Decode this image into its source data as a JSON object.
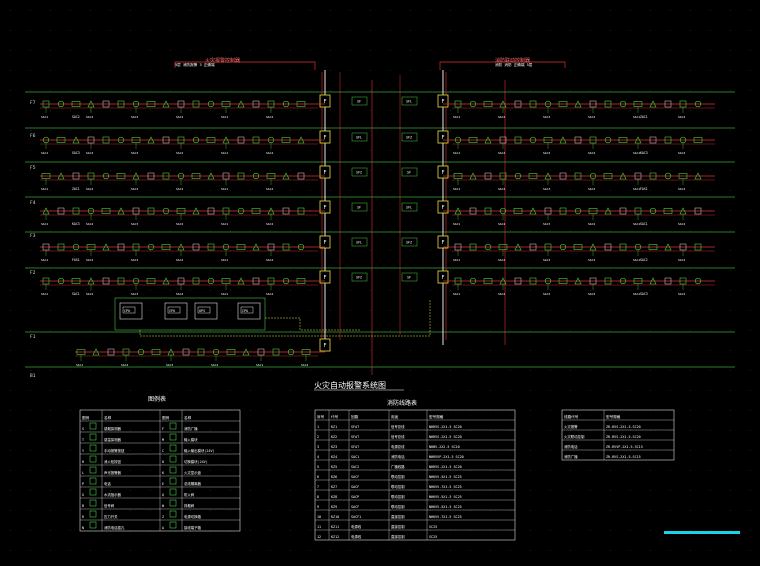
{
  "drawing": {
    "title": "火灾自动报警系统图",
    "floors": [
      {
        "label": "F7"
      },
      {
        "label": "F6"
      },
      {
        "label": "F5"
      },
      {
        "label": "F4"
      },
      {
        "label": "F3"
      },
      {
        "label": "F2"
      },
      {
        "label": "F1"
      },
      {
        "label": "B1"
      }
    ],
    "left_riser_label": "火灾报警控制器",
    "right_riser_label": "消防联动控制器",
    "panel_labels": [
      "CPU",
      "CPU",
      "UPS",
      "CPU"
    ],
    "module_labels": {
      "sf": "SF",
      "sfl": "SFL",
      "sfz": "SFZ"
    },
    "zone_labels": [
      "SAC2",
      "SAC3",
      "ZAC1",
      "KAC3",
      "FAS1",
      "SAC1"
    ]
  },
  "legend": {
    "title": "图例表",
    "headers": [
      "图例",
      "名称",
      "图例",
      "名称"
    ],
    "rows": [
      [
        "S",
        "感烟探测器",
        "F",
        "消防广播"
      ],
      [
        "T",
        "感温探测器",
        "M",
        "输入模块"
      ],
      [
        "Y",
        "手动报警按钮",
        "C",
        "输入输出模块(24V)"
      ],
      [
        "H",
        "消火栓按钮",
        "D",
        "切换模块(24V)"
      ],
      [
        "L",
        "声光报警器",
        "K",
        "火灾显示盘"
      ],
      [
        "P",
        "电话",
        "E",
        "总线隔离器"
      ],
      [
        "G",
        "水流指示器",
        "Q",
        "防火阀"
      ],
      [
        "B",
        "信号阀",
        "W",
        "排烟阀"
      ],
      [
        "R",
        "压力开关",
        "Z",
        "电源切换箱"
      ],
      [
        "N",
        "消防电话插孔",
        "A",
        "接线端子箱"
      ]
    ]
  },
  "wiring": {
    "title": "消防线路表",
    "headers": [
      "序号",
      "代号",
      "回路",
      "用途",
      "型号规格"
    ],
    "rows": [
      [
        "1",
        "KZ1",
        "SFAT",
        "信号总线",
        "NHRVS-2X1.5 SC20"
      ],
      [
        "2",
        "KZ2",
        "SFAT",
        "信号总线",
        "NHRVS-2X1.5 SC20"
      ],
      [
        "3",
        "KZ3",
        "SFAT",
        "电源总线",
        "NHBV-2X2.5 SC20"
      ],
      [
        "4",
        "KZ4",
        "SAC1",
        "消防电话",
        "NHRVVP-2X1.5 SC20"
      ],
      [
        "5",
        "KZ5",
        "SAC2",
        "广播线路",
        "NHRVS-2X1.5 SC20"
      ],
      [
        "6",
        "KZ6",
        "SACF",
        "联动控制",
        "NHKVV-5X1.5 SC25"
      ],
      [
        "7",
        "KZ7",
        "SACF",
        "联动控制",
        "NHKVV-7X1.5 SC25"
      ],
      [
        "8",
        "KZ8",
        "SACP",
        "联动控制",
        "NHKVV-5X1.5 SC25"
      ],
      [
        "9",
        "KZ9",
        "SACF",
        "联动控制",
        "NHKVV-5X1.5 SC25"
      ],
      [
        "10",
        "KZ10",
        "SACF1",
        "直接控制",
        "NHKVV-7X1.5 SC25"
      ],
      [
        "11",
        "KZ11",
        "电源线",
        "直接控制",
        "SC25"
      ],
      [
        "12",
        "KZ12",
        "电源线",
        "直接控制",
        "SC25"
      ]
    ]
  },
  "notes": {
    "headers": [
      "线路代号",
      "型号规格"
    ],
    "rows": [
      [
        "火灾报警",
        "ZR-RVS-2X1.5-SC20"
      ],
      [
        "火灾联动控制",
        "ZR-RVS-2X1.5-SC20"
      ],
      [
        "消防电话",
        "ZR-RVVP-2X1.5-SC15"
      ],
      [
        "消防广播",
        "ZR-RVS-2X1.5-SC15"
      ]
    ]
  }
}
